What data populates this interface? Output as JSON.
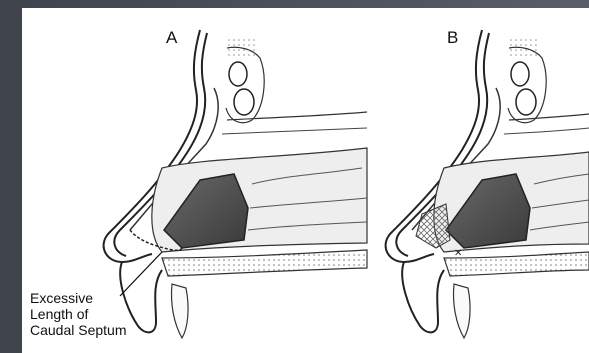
{
  "panels": [
    {
      "label": "A"
    },
    {
      "label": "B"
    }
  ],
  "callout": {
    "lines": [
      "Excessive",
      "Length of",
      "Caudal Septum"
    ]
  },
  "colors": {
    "frame": "#4a4e57",
    "panel": "#ffffff",
    "ink": "#222222",
    "cartilage": "#555555",
    "graft_hatch": "#777777"
  }
}
